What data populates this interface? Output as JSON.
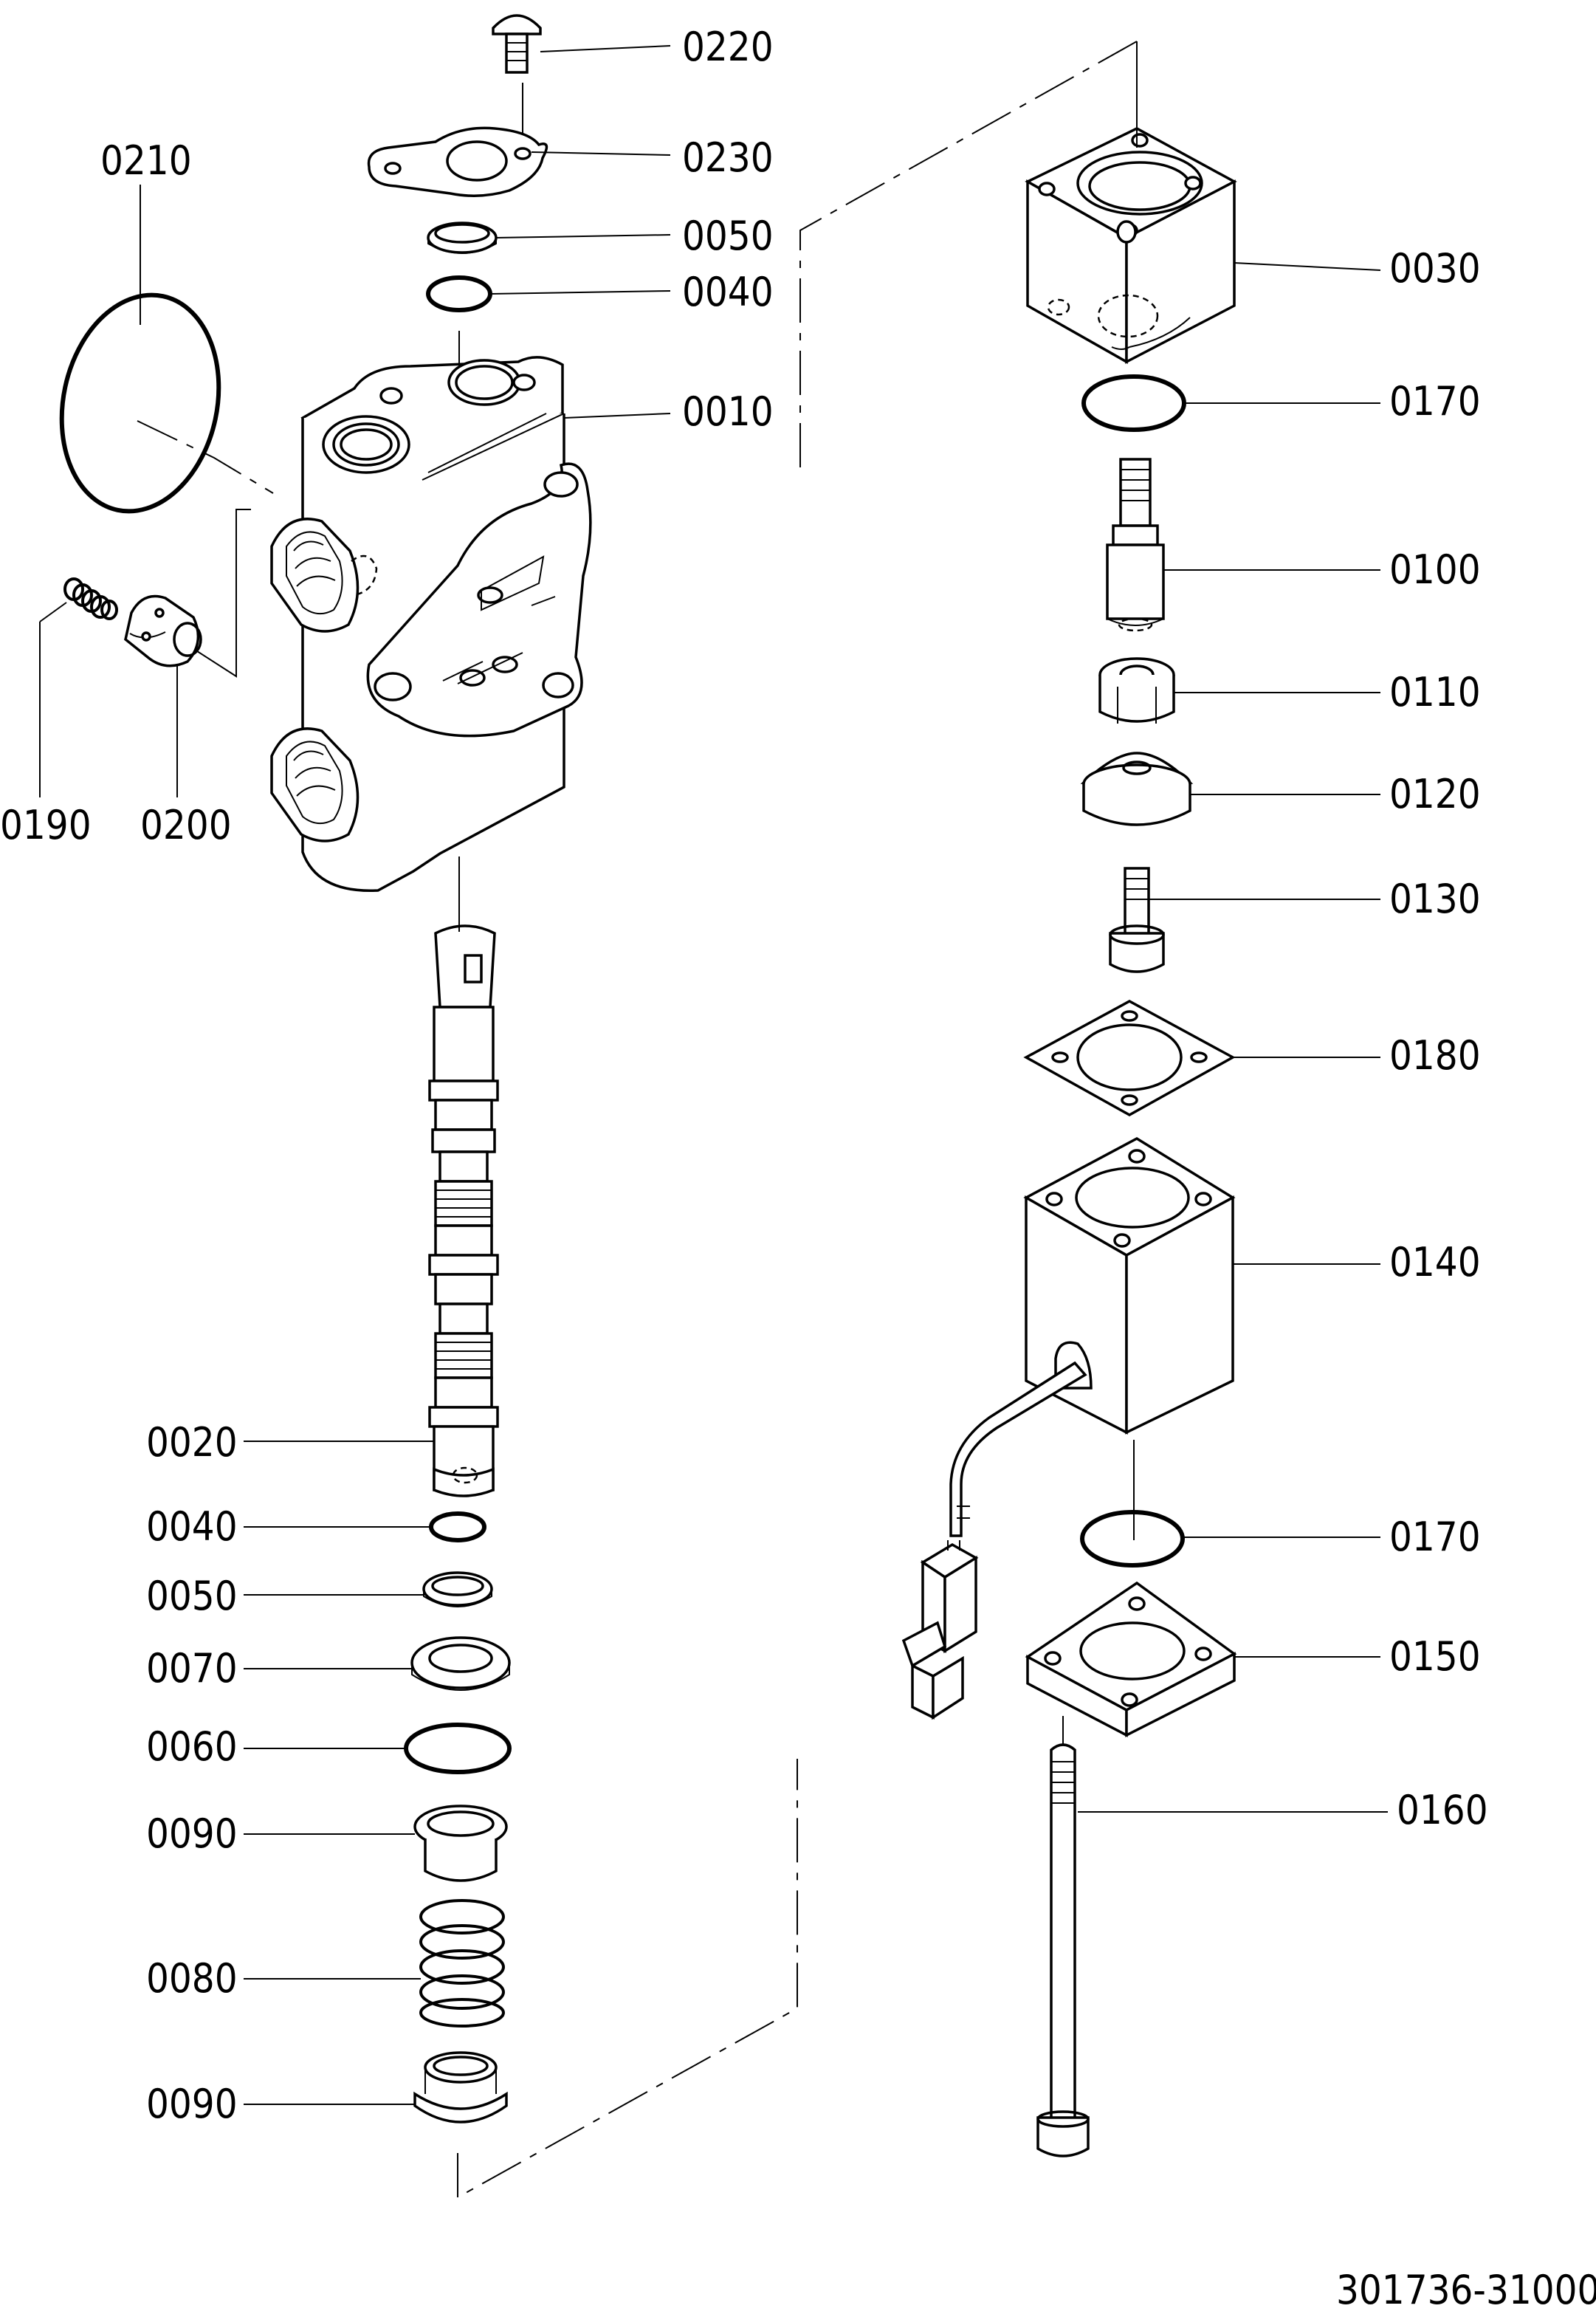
{
  "drawing_number": "301736-31000",
  "labels": {
    "p0220": "0220",
    "p0230": "0230",
    "p0050a": "0050",
    "p0040a": "0040",
    "p0010": "0010",
    "p0210": "0210",
    "p0190": "0190",
    "p0200": "0200",
    "p0020": "0020",
    "p0040b": "0040",
    "p0050b": "0050",
    "p0070": "0070",
    "p0060": "0060",
    "p0090a": "0090",
    "p0080": "0080",
    "p0090b": "0090",
    "p0030": "0030",
    "p0170a": "0170",
    "p0100": "0100",
    "p0110": "0110",
    "p0120": "0120",
    "p0130": "0130",
    "p0180": "0180",
    "p0140": "0140",
    "p0170b": "0170",
    "p0150": "0150",
    "p0160": "0160"
  }
}
